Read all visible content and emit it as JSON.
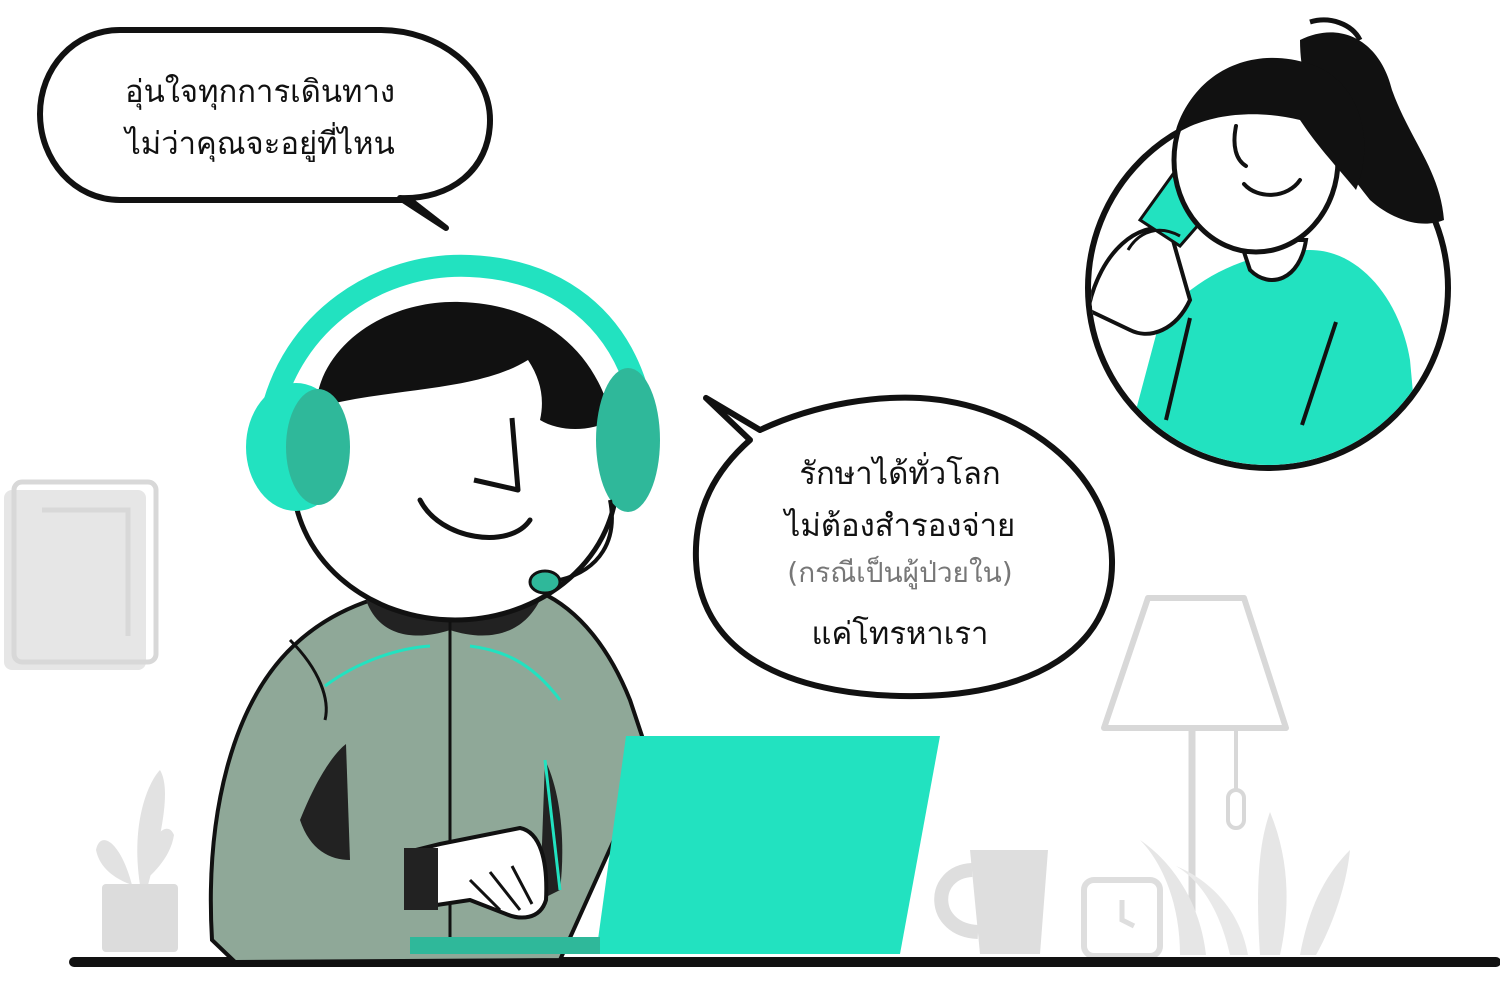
{
  "colors": {
    "accent": "#22e2c0",
    "accent_dark": "#2fb89a",
    "jacket": "#8fa898",
    "outline": "#111111",
    "furniture": "#dedede"
  },
  "speech_bubble_top": {
    "line1": "อุ่นใจทุกการเดินทาง",
    "line2": "ไม่ว่าคุณจะอยู่ที่ไหน"
  },
  "speech_bubble_middle": {
    "line1": "รักษาได้ทั่วโลก",
    "line2": "ไม่ต้องสำรองจ่าย",
    "note": "(กรณีเป็นผู้ป่วยใน)",
    "line3": "แค่โทรหาเรา"
  },
  "illustration": {
    "agent": "customer-service-agent-with-headset",
    "caller": "woman-on-phone",
    "props": [
      "picture-frame-icon",
      "plant-icon",
      "laptop-icon",
      "mug-icon",
      "clock-icon",
      "floor-lamp-icon"
    ]
  }
}
